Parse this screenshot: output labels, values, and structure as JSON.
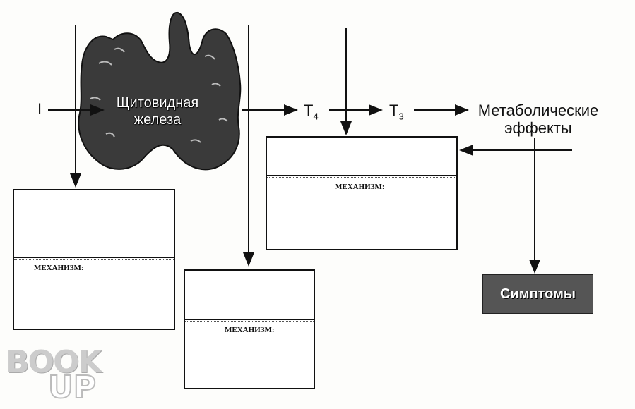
{
  "diagram": {
    "iodine_label": "I",
    "gland_label_line1": "Щитовидная",
    "gland_label_line2": "железа",
    "t4_label": "T",
    "t4_sub": "4",
    "t3_label": "T",
    "t3_sub": "3",
    "metabolic_line1": "Метаболические",
    "metabolic_line2": "эффекты",
    "mechanism_label": "МЕХАНИЗМ:",
    "symptoms_label": "Симптомы"
  },
  "watermark": {
    "line1": "BOOK",
    "line2": "UP"
  },
  "colors": {
    "ink": "#111111",
    "gland_fill": "#3a3a3a",
    "symptoms_fill": "#555555"
  }
}
